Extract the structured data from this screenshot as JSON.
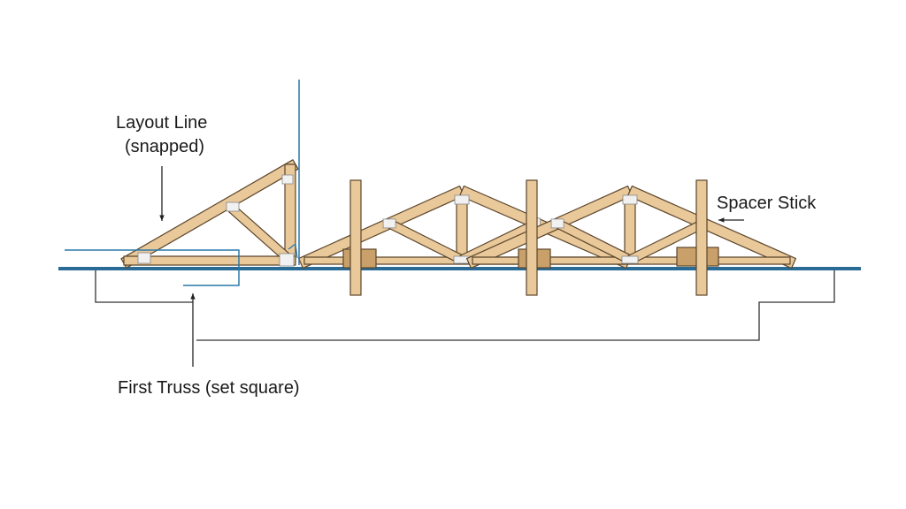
{
  "labels": {
    "layout_line": "Layout Line",
    "layout_line_sub": "(snapped)",
    "spacer_stick": "Spacer Stick",
    "first_truss": "First Truss (set square)"
  },
  "colors": {
    "wood": "#e9c899",
    "wood_stroke": "#5b452c",
    "wood_dark": "#c9a06a",
    "plate": "#f1f1f1",
    "layout_blue": "#2a78a8",
    "wall_blue": "#2a6b96",
    "leader": "#333333"
  }
}
